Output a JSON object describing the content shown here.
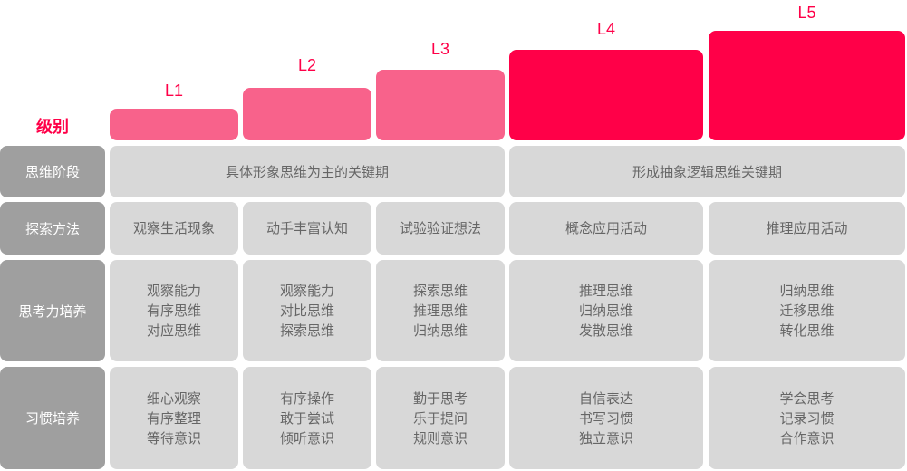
{
  "level_title": "级别",
  "levels": [
    {
      "label": "L1",
      "color": "#f8628b"
    },
    {
      "label": "L2",
      "color": "#f8628b"
    },
    {
      "label": "L3",
      "color": "#f8628b"
    },
    {
      "label": "L4",
      "color": "#ff0048"
    },
    {
      "label": "L5",
      "color": "#ff0048"
    }
  ],
  "rows": [
    {
      "header": "思维阶段",
      "cells": [
        [
          "具体形象思维为主的关键期"
        ],
        [
          "形成抽象逻辑思维关键期"
        ]
      ]
    },
    {
      "header": "探索方法",
      "cells": [
        [
          "观察生活现象"
        ],
        [
          "动手丰富认知"
        ],
        [
          "试验验证想法"
        ],
        [
          "概念应用活动"
        ],
        [
          "推理应用活动"
        ]
      ]
    },
    {
      "header": "思考力培养",
      "cells": [
        [
          "观察能力",
          "有序思维",
          "对应思维"
        ],
        [
          "观察能力",
          "对比思维",
          "探索思维"
        ],
        [
          "探索思维",
          "推理思维",
          "归纳思维"
        ],
        [
          "推理思维",
          "归纳思维",
          "发散思维"
        ],
        [
          "归纳思维",
          "迁移思维",
          "转化思维"
        ]
      ]
    },
    {
      "header": "习惯培养",
      "cells": [
        [
          "细心观察",
          "有序整理",
          "等待意识"
        ],
        [
          "有序操作",
          "敢于尝试",
          "倾听意识"
        ],
        [
          "勤于思考",
          "乐于提问",
          "规则意识"
        ],
        [
          "自信表达",
          "书写习惯",
          "独立意识"
        ],
        [
          "学会思考",
          "记录习惯",
          "合作意识"
        ]
      ]
    }
  ]
}
